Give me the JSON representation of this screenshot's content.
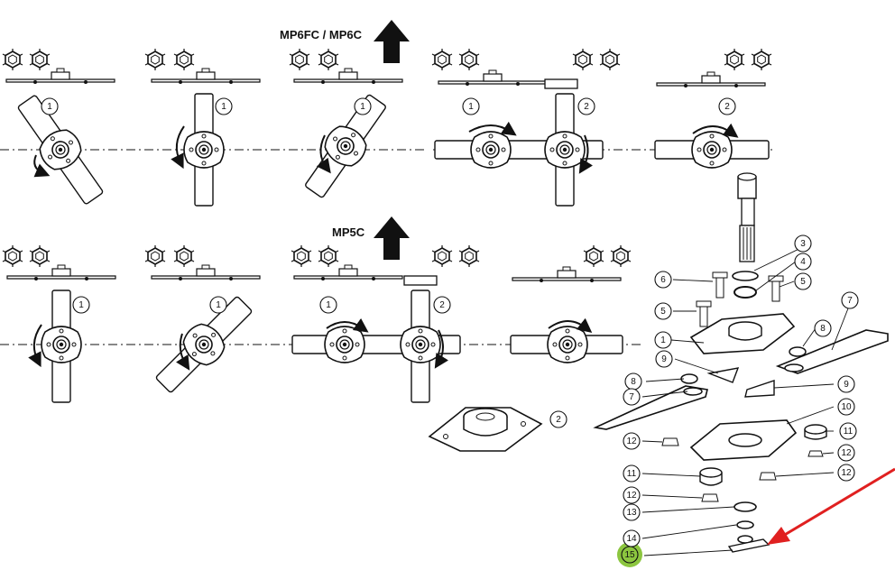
{
  "diagram": {
    "headings": {
      "top": "MP6FC / MP6C",
      "middle": "MP5C"
    },
    "callouts": {
      "c1": "1",
      "c2": "2",
      "c3": "3",
      "c4": "4",
      "c5": "5",
      "c6": "6",
      "c7": "7",
      "c8": "8",
      "c9": "9",
      "c10": "10",
      "c11": "11",
      "c12": "12",
      "c13": "13",
      "c14": "14",
      "c15": "15"
    },
    "colors": {
      "ink": "#111111",
      "arrow": "#e02020",
      "highlight": "#8cc63f"
    },
    "icons": [
      "up-arrow-icon",
      "red-pointer-arrow-icon",
      "blade-icon",
      "rotation-arrow-icon"
    ]
  }
}
